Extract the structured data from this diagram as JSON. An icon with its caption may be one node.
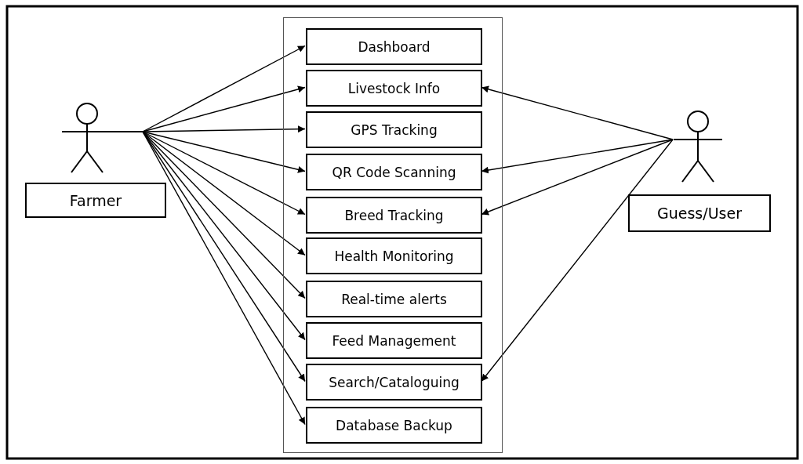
{
  "diagram": {
    "nodes": [
      {
        "text": [],
        "shape": "person"
      },
      {
        "text": [
          "Farmer"
        ]
      },
      {
        "text": [],
        "shape": "box"
      },
      {
        "text": [
          "Dashboard"
        ],
        "in": 2
      },
      {
        "text": [
          "Livestock Info"
        ],
        "in": 2
      },
      {
        "text": [
          "GPS Tracking"
        ],
        "in": 2
      },
      {
        "text": [
          "QR Code Scanning"
        ],
        "in": 2
      },
      {
        "text": [
          "Breed Tracking"
        ],
        "in": 2
      },
      {
        "text": [
          "Health Monitoring"
        ],
        "in": 2
      },
      {
        "text": [
          "Real-time alerts"
        ],
        "in": 2
      },
      {
        "text": [
          "Feed Management"
        ],
        "in": 2
      },
      {
        "text": [
          "Search/Cataloguing"
        ],
        "in": 2
      },
      {
        "text": [
          "Database Backup"
        ],
        "in": 2
      },
      {
        "text": [],
        "shape": "person"
      },
      {
        "text": [
          "Guess/User"
        ]
      }
    ],
    "edges": [
      {
        "from": 0,
        "to": 3,
        "arrow": "to"
      },
      {
        "from": 0,
        "to": 4,
        "arrow": "to"
      },
      {
        "from": 0,
        "to": 5,
        "arrow": "to"
      },
      {
        "from": 0,
        "to": 6,
        "arrow": "to"
      },
      {
        "from": 0,
        "to": 7,
        "arrow": "to"
      },
      {
        "from": 0,
        "to": 8,
        "arrow": "to"
      },
      {
        "from": 0,
        "to": 9,
        "arrow": "to"
      },
      {
        "from": 0,
        "to": 10,
        "arrow": "to"
      },
      {
        "from": 0,
        "to": 11,
        "arrow": "to"
      },
      {
        "from": 0,
        "to": 12,
        "arrow": "to"
      },
      {
        "from": 13,
        "to": 4,
        "arrow": "to"
      },
      {
        "from": 13,
        "to": 6,
        "arrow": "to"
      },
      {
        "from": 13,
        "to": 7,
        "arrow": "to"
      },
      {
        "from": 13,
        "to": 11,
        "arrow": "to"
      }
    ]
  }
}
